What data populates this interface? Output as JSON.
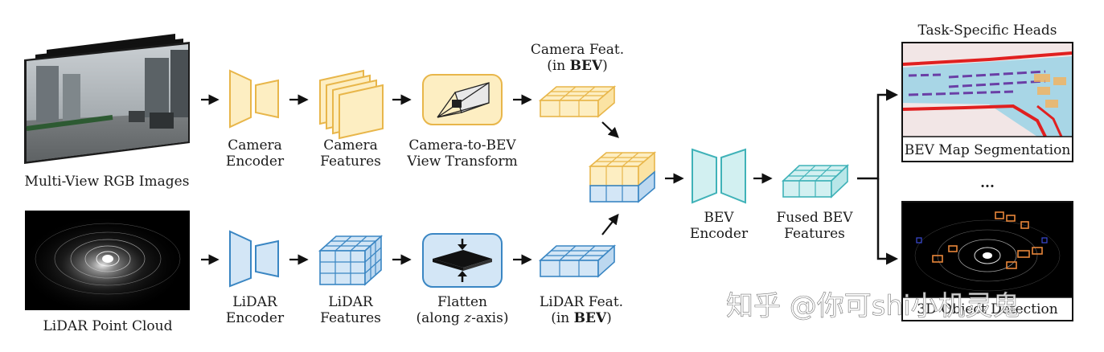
{
  "labels": {
    "rgb_images": "Multi-View RGB Images",
    "lidar_cloud": "LiDAR Point Cloud",
    "cam_encoder_1": "Camera",
    "cam_encoder_2": "Encoder",
    "cam_features_1": "Camera",
    "cam_features_2": "Features",
    "cam2bev_1": "Camera-to-BEV",
    "cam2bev_2": "View Transform",
    "cam_bev_1": "Camera Feat.",
    "cam_bev_2_pre": "(in ",
    "cam_bev_2_bold": "BEV",
    "cam_bev_2_post": ")",
    "lidar_encoder_1": "LiDAR",
    "lidar_encoder_2": "Encoder",
    "lidar_features_1": "LiDAR",
    "lidar_features_2": "Features",
    "flatten_1": "Flatten",
    "flatten_2_pre": "(along ",
    "flatten_2_ital": "z",
    "flatten_2_post": "-axis)",
    "lidar_bev_1": "LiDAR Feat.",
    "lidar_bev_2_pre": "(in ",
    "lidar_bev_2_bold": "BEV",
    "lidar_bev_2_post": ")",
    "bev_encoder_1": "BEV",
    "bev_encoder_2": "Encoder",
    "fused_1": "Fused BEV",
    "fused_2": "Features",
    "heads_title": "Task-Specific Heads",
    "map_seg": "BEV Map Segmentation",
    "ellipsis": "...",
    "det3d": "3D Object Detection"
  },
  "watermark": "知乎 @你可shi小机灵鬼",
  "colors": {
    "camera_stroke": "#e8b64a",
    "camera_fill": "#fdeec2",
    "lidar_stroke": "#3a86c3",
    "lidar_fill": "#d3e6f6",
    "bev_stroke": "#3fb2b8",
    "bev_fill": "#d2f0f1",
    "arrow": "#111111"
  }
}
